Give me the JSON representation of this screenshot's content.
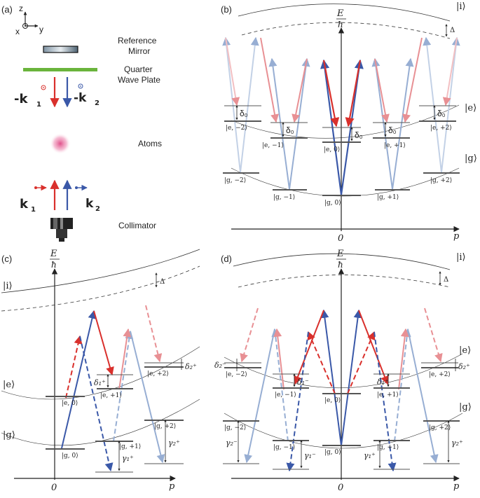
{
  "panel_a": {
    "label": "(a)",
    "axes": {
      "z": "z",
      "x": "x",
      "y": "y"
    },
    "reference_mirror": [
      "Reference",
      "Mirror"
    ],
    "quarter_wave_plate": [
      "Quarter",
      "Wave Plate"
    ],
    "minus_k1": "-k",
    "minus_k1_sub": "1",
    "minus_k2": "-k",
    "minus_k2_sub": "2",
    "atoms": "Atoms",
    "k1": "k",
    "k1_sub": "1",
    "k2": "k",
    "k2_sub": "2",
    "collimator": "Collimator"
  },
  "panel_b": {
    "label": "(b)",
    "energy_axis": {
      "num": "E",
      "den": "ħ"
    },
    "momentum_axis": "p",
    "origin": "0",
    "state_i": "|i⟩",
    "state_e": "|e⟩",
    "state_g": "|g⟩",
    "delta": "Δ",
    "delta0": "δ₀",
    "levels_e": [
      "|e, −2⟩",
      "|e, −1⟩",
      "|e, 0⟩",
      "|e, +1⟩",
      "|e, +2⟩"
    ],
    "levels_g": [
      "|g, −2⟩",
      "|g, −1⟩",
      "|g, 0⟩",
      "|g, +1⟩",
      "|g, +2⟩"
    ]
  },
  "panel_c": {
    "label": "(c)",
    "energy_axis": {
      "num": "E",
      "den": "ħ"
    },
    "momentum_axis": "p",
    "origin": "0",
    "state_i": "|i⟩",
    "state_e": "|e⟩",
    "state_g": "|g⟩",
    "delta": "Δ",
    "levels": [
      "|e, 0⟩",
      "|e, +1⟩",
      "|e, +2⟩",
      "|g, 0⟩",
      "|g, +1⟩",
      "|g, +2⟩"
    ],
    "detunings": [
      "δ₁⁺",
      "δ₂⁺"
    ],
    "gammas": [
      "γ₁⁺",
      "γ₂⁺"
    ]
  },
  "panel_d": {
    "label": "(d)",
    "energy_axis": {
      "num": "E",
      "den": "ħ"
    },
    "momentum_axis": "p",
    "origin": "0",
    "state_i": "|i⟩",
    "state_e": "|e⟩",
    "state_g": "|g⟩",
    "delta": "Δ",
    "levels_e": [
      "|e, −2⟩",
      "|e, −1⟩",
      "|e, 0⟩",
      "|e, +1⟩",
      "|e, +2⟩"
    ],
    "levels_g": [
      "|g, −2⟩",
      "|g, −1⟩",
      "|g, 0⟩",
      "|g, +1⟩",
      "|g, +2⟩"
    ],
    "detunings": [
      "δ₂⁻",
      "δ₁⁻",
      "δ₁⁺",
      "δ₂⁺"
    ],
    "gammas": [
      "γ₂⁻",
      "γ₁⁻",
      "γ₁⁺",
      "γ₂⁺"
    ]
  },
  "colors": {
    "red": "#d9302c",
    "blue": "#3a58a8",
    "light_red": "#e89094",
    "light_blue": "#97aed3",
    "plate_green": "#6ab43c",
    "level_gray": "#555555"
  }
}
